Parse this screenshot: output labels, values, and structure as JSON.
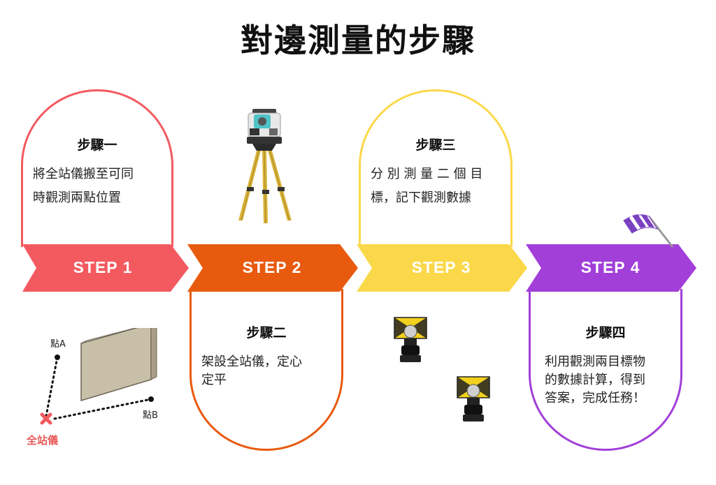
{
  "title": "對邊測量的步驟",
  "colors": {
    "step1": "#f25a5f",
    "step2": "#e85a0e",
    "step3": "#fbd84a",
    "step4": "#a23fd9"
  },
  "steps": [
    {
      "label": "STEP 1",
      "heading": "步驟一",
      "text_lines": [
        "將全站儀搬至可同",
        "時觀測兩點位置"
      ]
    },
    {
      "label": "STEP 2",
      "heading": "步驟二",
      "text_lines": [
        "架設全站儀，定心",
        "定平"
      ]
    },
    {
      "label": "STEP 3",
      "heading": "步驟三",
      "text_lines": [
        "分 別 測 量 二 個 目",
        "標，記下觀測數據"
      ]
    },
    {
      "label": "STEP 4",
      "heading": "步驟四",
      "text_lines": [
        "利用觀測兩目標物",
        "的數據計算，得到",
        "答案，完成任務！"
      ]
    }
  ],
  "diagram": {
    "point_a": "點A",
    "point_b": "點B",
    "station": "全站儀"
  },
  "icons": {
    "total_station": "total-station-tripod-icon",
    "prism_1": "prism-target-icon",
    "prism_2": "prism-target-icon",
    "finish_flag": "checkered-flag-icon"
  }
}
